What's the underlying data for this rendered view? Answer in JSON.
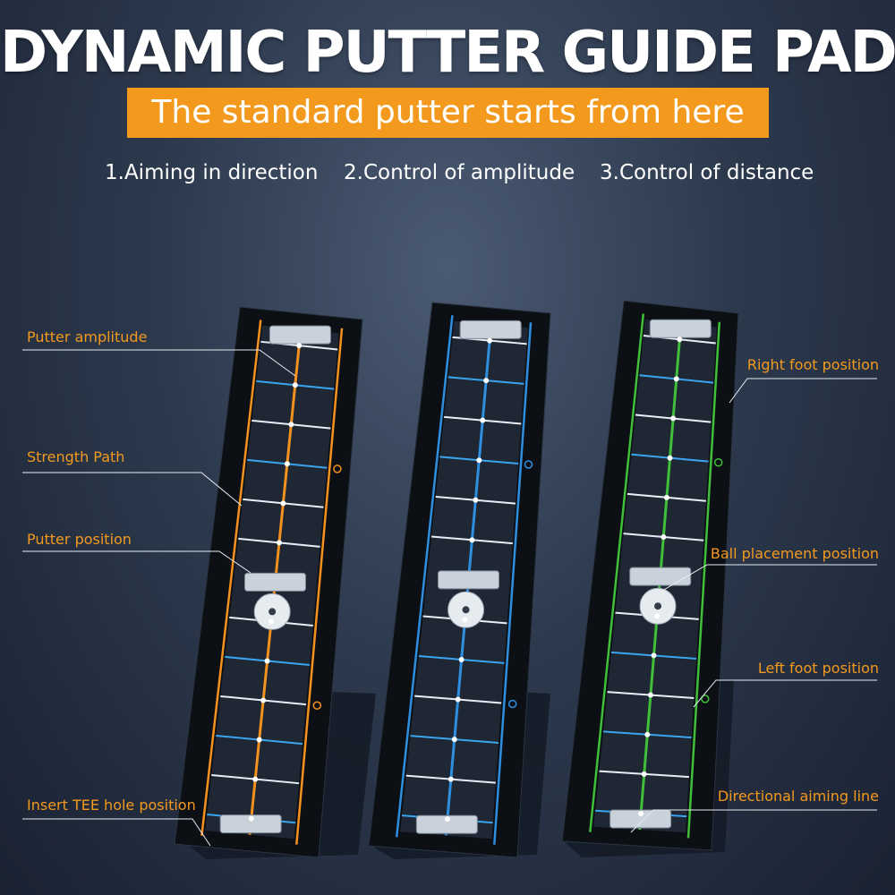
{
  "header": {
    "title": "DYNAMIC PUTTER GUIDE PAD",
    "subtitle": "The standard putter starts from here"
  },
  "features": [
    "1.Aiming in direction",
    "2.Control of amplitude",
    "3.Control of distance"
  ],
  "callouts_left": [
    "Putter amplitude",
    "Strength Path",
    "Putter position",
    "Insert TEE hole position"
  ],
  "callouts_right": [
    "Right foot position",
    "Ball placement  position",
    "Left foot position",
    "Directional aiming line"
  ],
  "mats": [
    {
      "variant": "orange",
      "accent": "#f5911e"
    },
    {
      "variant": "blue",
      "accent": "#2e8fe0"
    },
    {
      "variant": "green",
      "accent": "#3fbf3a"
    }
  ],
  "colors": {
    "brand_orange": "#f39a1e",
    "mat_black": "#0c0f14",
    "rung_white": "#e8eef5",
    "rung_blue": "#3aa4ef"
  }
}
